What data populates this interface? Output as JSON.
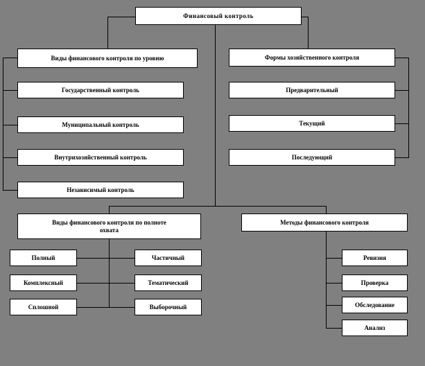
{
  "diagram": {
    "title": "Финансовый контроль",
    "background_color": "#808080",
    "node_fill_color": "#ffffff",
    "line_color": "#000000",
    "root": {
      "label": "Финансовый  контроль"
    },
    "branches": {
      "levels": {
        "header": "Виды финансового контроля по уровню",
        "items": [
          {
            "label": "Государственный контроль"
          },
          {
            "label": "Муниципальный контроль"
          },
          {
            "label": "Внутрихозяйственный контроль"
          },
          {
            "label": "Независимый контроль"
          }
        ]
      },
      "forms": {
        "header": "Формы хозяйственного  контроля",
        "items": [
          {
            "label": "Предварительный"
          },
          {
            "label": "Текущий"
          },
          {
            "label": "Последующий"
          }
        ]
      },
      "coverage": {
        "header": "Виды финансового контроля по полноте\nохвата",
        "pairs": [
          {
            "left": "Полный",
            "right": "Частичный"
          },
          {
            "left": "Комплексный",
            "right": "Тематический"
          },
          {
            "left": "Сплошной",
            "right": "Выборочный"
          }
        ]
      },
      "methods": {
        "header": "Методы финансового контроля",
        "items": [
          {
            "label": "Ревизия"
          },
          {
            "label": "Проверка"
          },
          {
            "label": "Обследование"
          },
          {
            "label": "Анализ"
          }
        ]
      }
    }
  }
}
